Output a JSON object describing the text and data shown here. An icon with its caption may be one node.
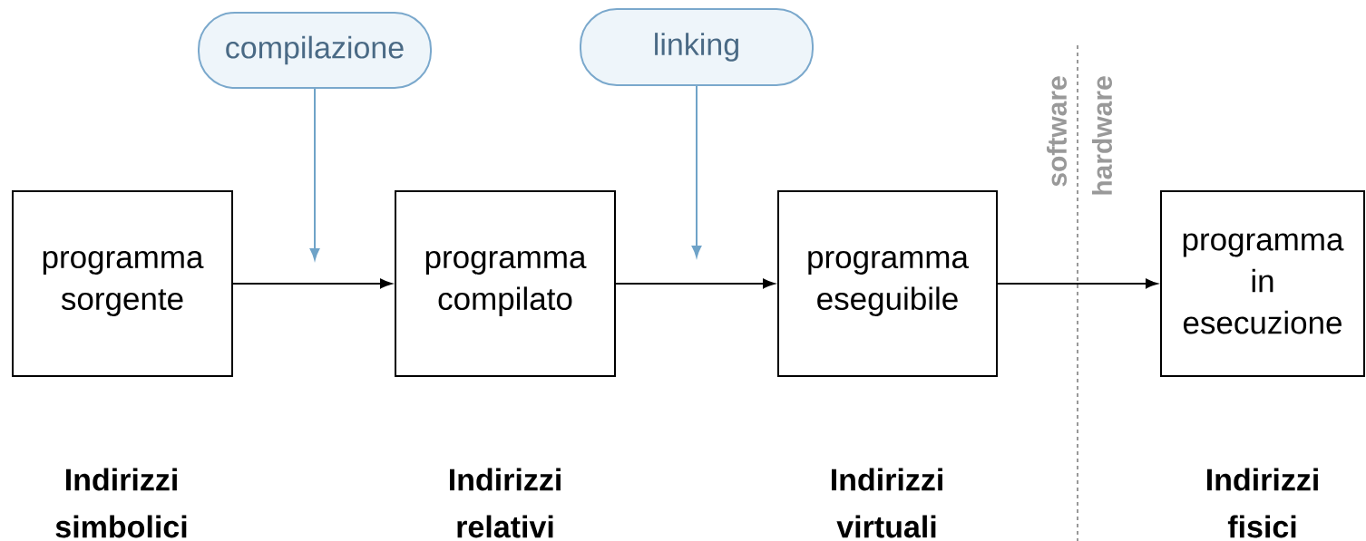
{
  "diagram": {
    "nodes": [
      {
        "text": [
          "compilazione"
        ]
      },
      {
        "text": [
          "linking"
        ]
      },
      {
        "text": [
          "programma sorgente"
        ]
      },
      {
        "text": [
          "programma compilato"
        ]
      },
      {
        "text": [
          "programma eseguibile"
        ]
      },
      {
        "text": [
          "programma in esecuzione"
        ]
      }
    ],
    "edges": [
      {
        "from": 0,
        "to": null,
        "arrow": "to",
        "color": "#6fa3c8"
      },
      {
        "from": 1,
        "to": null,
        "arrow": "to",
        "color": "#6fa3c8"
      },
      {
        "from": 2,
        "to": 3,
        "arrow": "to"
      },
      {
        "from": 3,
        "to": 4,
        "arrow": "to"
      },
      {
        "from": 4,
        "to": 5,
        "arrow": "to"
      }
    ],
    "labels": [
      "software",
      "hardware",
      "Indirizzi simbolici",
      "Indirizzi relativi",
      "Indirizzi virtuali",
      "Indirizzi fisici"
    ]
  }
}
